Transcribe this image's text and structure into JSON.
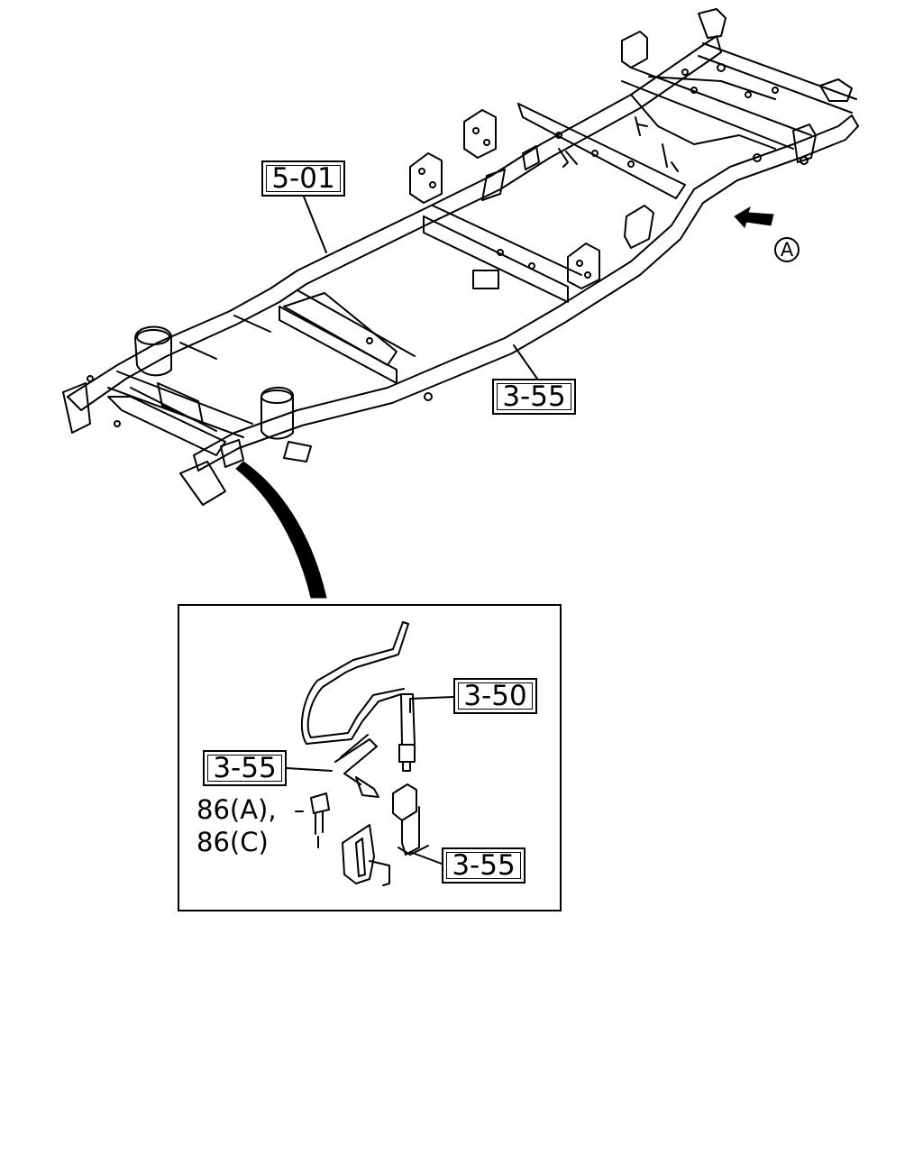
{
  "callouts": {
    "frame": "5-01",
    "brake_pipe_main": "3-55",
    "flexible_hose": "3-50",
    "brake_pipe_detail_left": "3-55",
    "brake_pipe_detail_right": "3-55"
  },
  "bolt_labels": {
    "line1": "86(A),",
    "line2": "86(C)"
  },
  "view_marker": "A",
  "colors": {
    "line": "#000000",
    "background": "#ffffff"
  }
}
